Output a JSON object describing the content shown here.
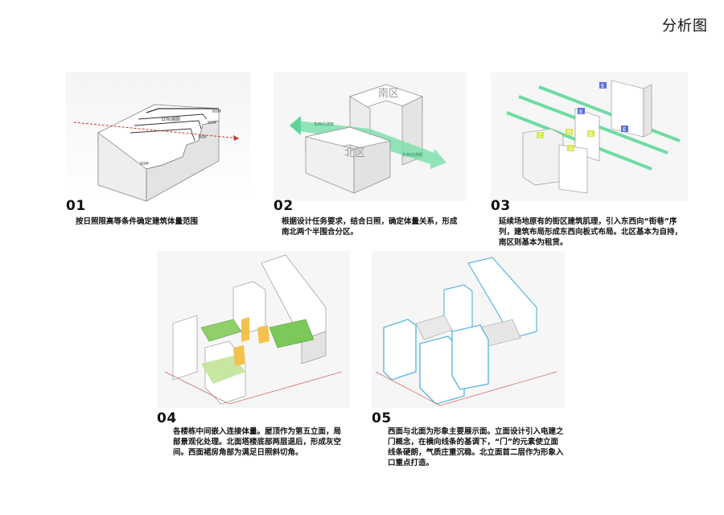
{
  "page": {
    "title": "分析图"
  },
  "panels": [
    {
      "number": "01",
      "text": "按日照限高等条件确定建筑体量范围",
      "labels": {
        "center": "日照通廊",
        "h1": "60M",
        "h2": "50M",
        "h3": "40M",
        "h4": "60M"
      }
    },
    {
      "number": "02",
      "text": "根据设计任务要求，结合日照，确定体量关系，形成南北两个半围合分区。",
      "labels": {
        "south": "南区",
        "north": "北区",
        "arrow1": "东西向通廊",
        "arrow2": "东西向通廊"
      }
    },
    {
      "number": "03",
      "text": "延续场地原有的街区建筑肌理，引入东西向“街巷”序列，建筑布局形成东西向板式布局。北区基本为自持，南区则基本为租赁。",
      "labels": {
        "a": "A",
        "b": "B",
        "c": "C",
        "d": "D",
        "e1": "E",
        "e2": "E",
        "e3": "E"
      }
    },
    {
      "number": "04",
      "text": "各楼栋中间嵌入连接体量。屋顶作为第五立面，局部景观化处理。北面塔楼底部两层退后，形成灰空间。西面裙房角部为满足日照斜切角。"
    },
    {
      "number": "05",
      "text": "西面与北面为形象主要展示面。立面设计引入电建之门概念，在横向线条的基调下，“门”的元素使立面线条硬朗，气质庄重沉稳。北立面首二层作为形象入口重点打造。"
    }
  ]
}
